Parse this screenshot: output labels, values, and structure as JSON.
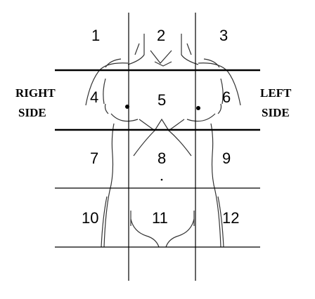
{
  "zones": [
    {
      "label": "1"
    },
    {
      "label": "2"
    },
    {
      "label": "3"
    },
    {
      "label": "4"
    },
    {
      "label": "5"
    },
    {
      "label": "6"
    },
    {
      "label": "7"
    },
    {
      "label": "8"
    },
    {
      "label": "9"
    },
    {
      "label": "10"
    },
    {
      "label": "11"
    },
    {
      "label": "12"
    }
  ],
  "sides": {
    "right": {
      "line1": "RIGHT",
      "line2": "SIDE"
    },
    "left": {
      "line1": "LEFT",
      "line2": "SIDE"
    }
  }
}
